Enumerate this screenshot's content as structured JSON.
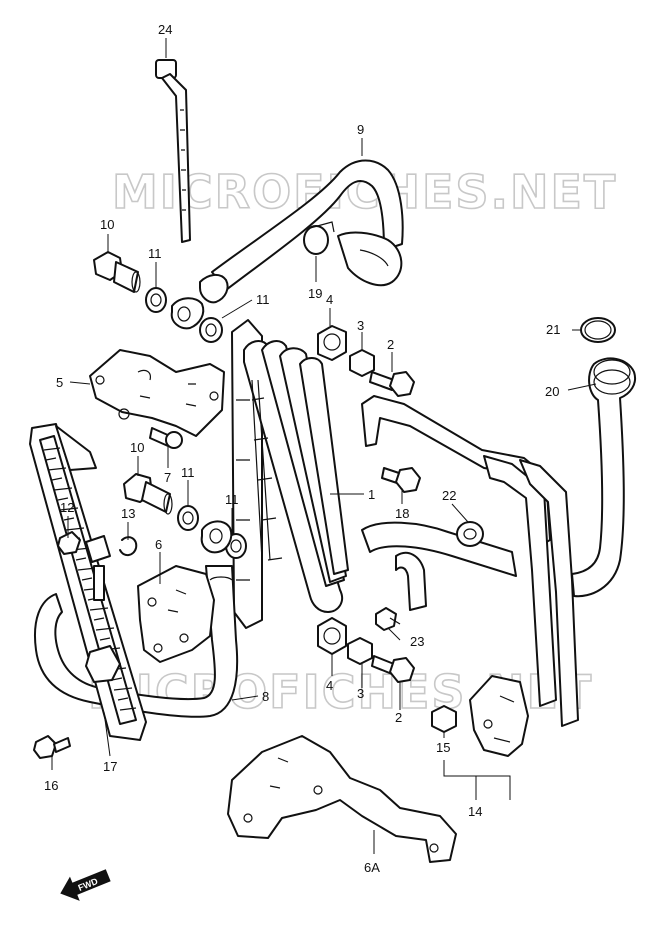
{
  "watermark": {
    "top": "MICROFICHES.NET",
    "bottom": "MICROFICHES.NET"
  },
  "fwd_badge": "FWD",
  "callouts": {
    "c1": "1",
    "c2a": "2",
    "c2b": "2",
    "c3a": "3",
    "c3b": "3",
    "c4a": "4",
    "c4b": "4",
    "c5": "5",
    "c6": "6",
    "c6a": "6A",
    "c7": "7",
    "c8": "8",
    "c9": "9",
    "c10a": "10",
    "c10b": "10",
    "c11a": "11",
    "c11b": "11",
    "c11c": "11",
    "c11d": "11",
    "c12": "12",
    "c13": "13",
    "c14": "14",
    "c15": "15",
    "c16": "16",
    "c17": "17",
    "c18": "18",
    "c19": "19",
    "c20": "20",
    "c21": "21",
    "c22": "22",
    "c23": "23",
    "c24": "24"
  }
}
